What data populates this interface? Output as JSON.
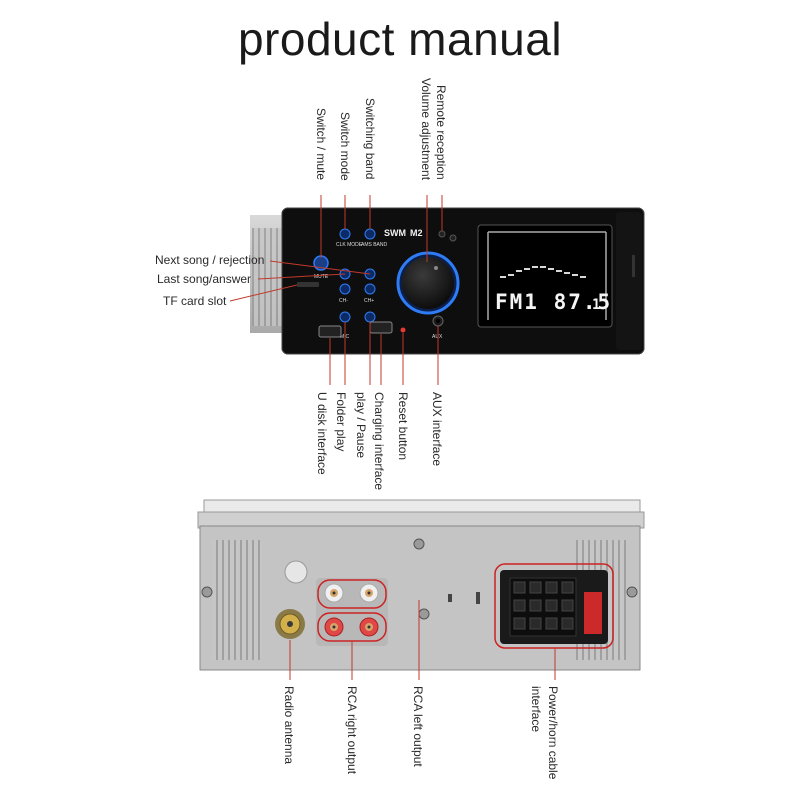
{
  "title": "product manual",
  "front_unit": {
    "brand": "SWM",
    "model": "M2",
    "display_text": "FM1 87.5",
    "display_channel": "1",
    "button_marks": {
      "clk_mode": "CLK MODE",
      "ams_band": "AMS BAND",
      "mute": "MUTE",
      "ch_minus": "CH-",
      "ch_plus": "CH+",
      "mic": "MIC",
      "aux": "AUX"
    },
    "labels_left": [
      "Next song / rejection",
      "Last song/answer",
      "TF card slot"
    ],
    "labels_top": [
      "Switch / mute",
      "Switch mode",
      "Switching band",
      "Remote reception",
      "Volume adjustment"
    ],
    "labels_bottom": [
      "U disk interface",
      "Folder play",
      "play / Pause",
      "Charging interface",
      "Reset button",
      "AUX interface"
    ]
  },
  "rear_unit": {
    "labels": [
      "Radio antenna",
      "RCA right output",
      "RCA left output",
      "Power/horn cable",
      "interface"
    ]
  },
  "colors": {
    "leader_line": "#c0392b",
    "highlight_ring": "#cc2222",
    "button_glow": "#2e7cf6",
    "panel": "#111111",
    "chassis": "#bfbfbf"
  }
}
